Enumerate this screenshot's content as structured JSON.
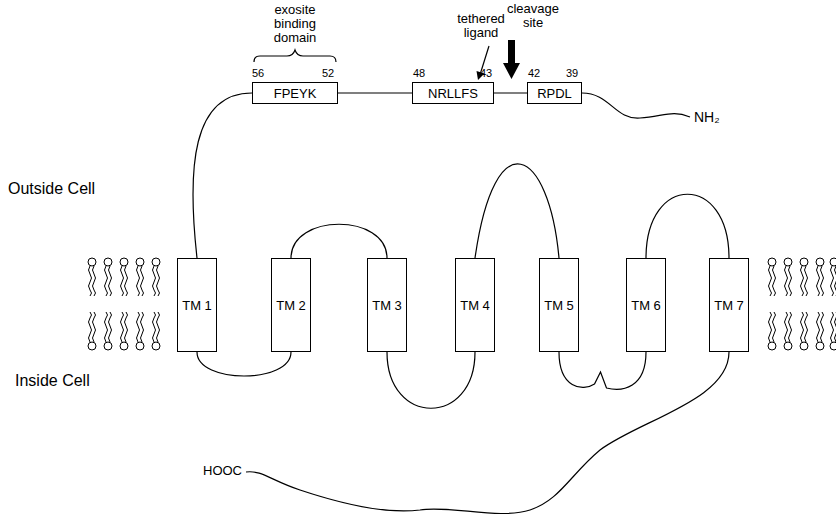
{
  "diagram": {
    "nodes": [
      {
        "text": [
          "FPEYK"
        ]
      },
      {
        "text": [
          "NRLLFS"
        ]
      },
      {
        "text": [
          "RPDL"
        ]
      },
      {
        "text": [
          "TM 1"
        ]
      },
      {
        "text": [
          "TM 2"
        ]
      },
      {
        "text": [
          "TM 3"
        ]
      },
      {
        "text": [
          "TM 4"
        ]
      },
      {
        "text": [
          "TM 5"
        ]
      },
      {
        "text": [
          "TM 6"
        ]
      },
      {
        "text": [
          "TM 7"
        ]
      }
    ],
    "edges": [
      {
        "from": 2,
        "to": 1,
        "arrow": "none"
      },
      {
        "from": 1,
        "to": 0,
        "arrow": "none"
      },
      {
        "from": 0,
        "to": 3,
        "arrow": "none"
      },
      {
        "from": 3,
        "to": 4,
        "arrow": "none"
      },
      {
        "from": 4,
        "to": 5,
        "arrow": "none"
      },
      {
        "from": 5,
        "to": 6,
        "arrow": "none"
      },
      {
        "from": 6,
        "to": 7,
        "arrow": "none"
      },
      {
        "from": 7,
        "to": 8,
        "arrow": "none"
      },
      {
        "from": 8,
        "to": 9,
        "arrow": "none"
      }
    ],
    "labels": [
      "exosite binding domain",
      "tethered ligand",
      "cleavage site",
      "56",
      "52",
      "48",
      "43",
      "42",
      "39",
      "NH₂",
      "Outside Cell",
      "Inside Cell",
      "HOOC"
    ]
  }
}
